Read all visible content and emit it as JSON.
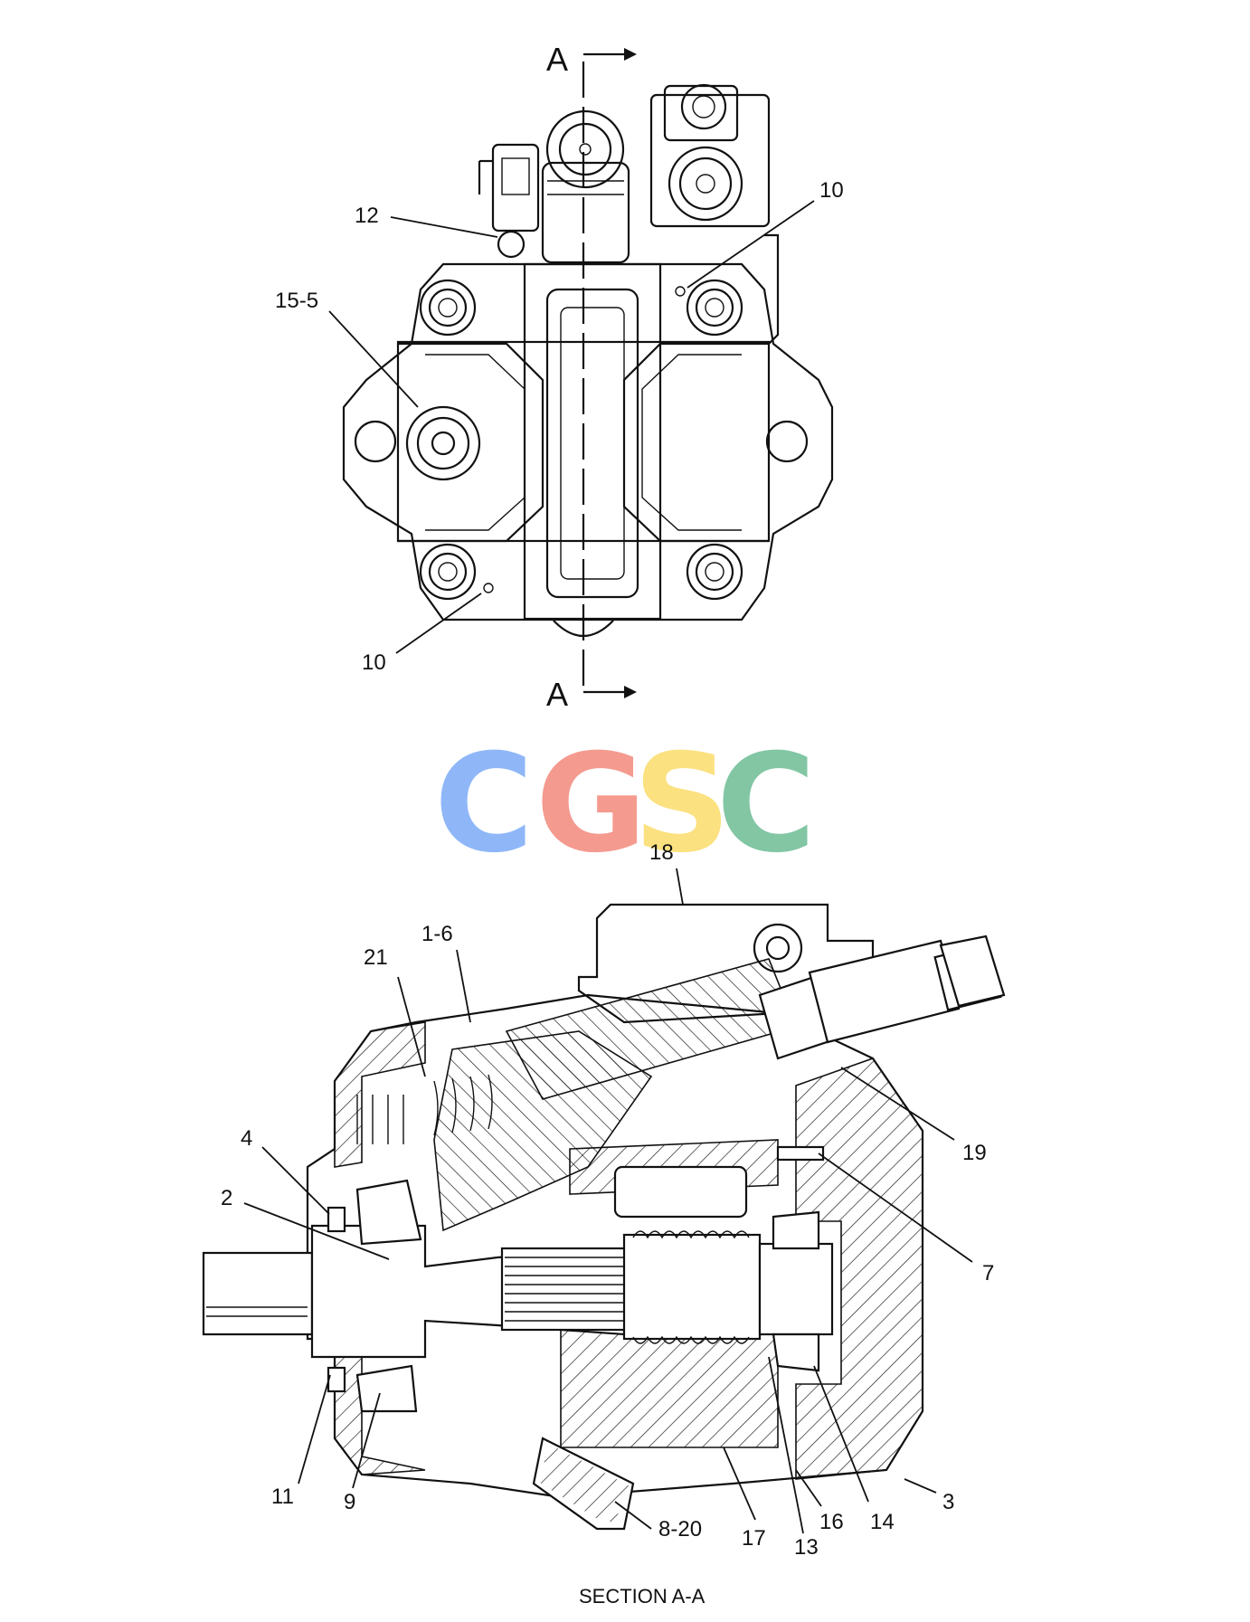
{
  "section_markers": {
    "top": "A",
    "bottom": "A"
  },
  "caption": "SECTION A-A",
  "watermark": {
    "letters": [
      {
        "char": "C",
        "color": "#8ab4f8"
      },
      {
        "char": "G",
        "color": "#f4958a"
      },
      {
        "char": "S",
        "color": "#fbe07a"
      },
      {
        "char": "C",
        "color": "#7cc4a0"
      }
    ]
  },
  "top_view_callouts": [
    "12",
    "10",
    "15-5",
    "10"
  ],
  "section_callouts": [
    "18",
    "21",
    "1-6",
    "4",
    "2",
    "19",
    "7",
    "11",
    "9",
    "8-20",
    "17",
    "13",
    "16",
    "14",
    "3"
  ],
  "colors": {
    "line": "#111111",
    "background": "#ffffff"
  }
}
